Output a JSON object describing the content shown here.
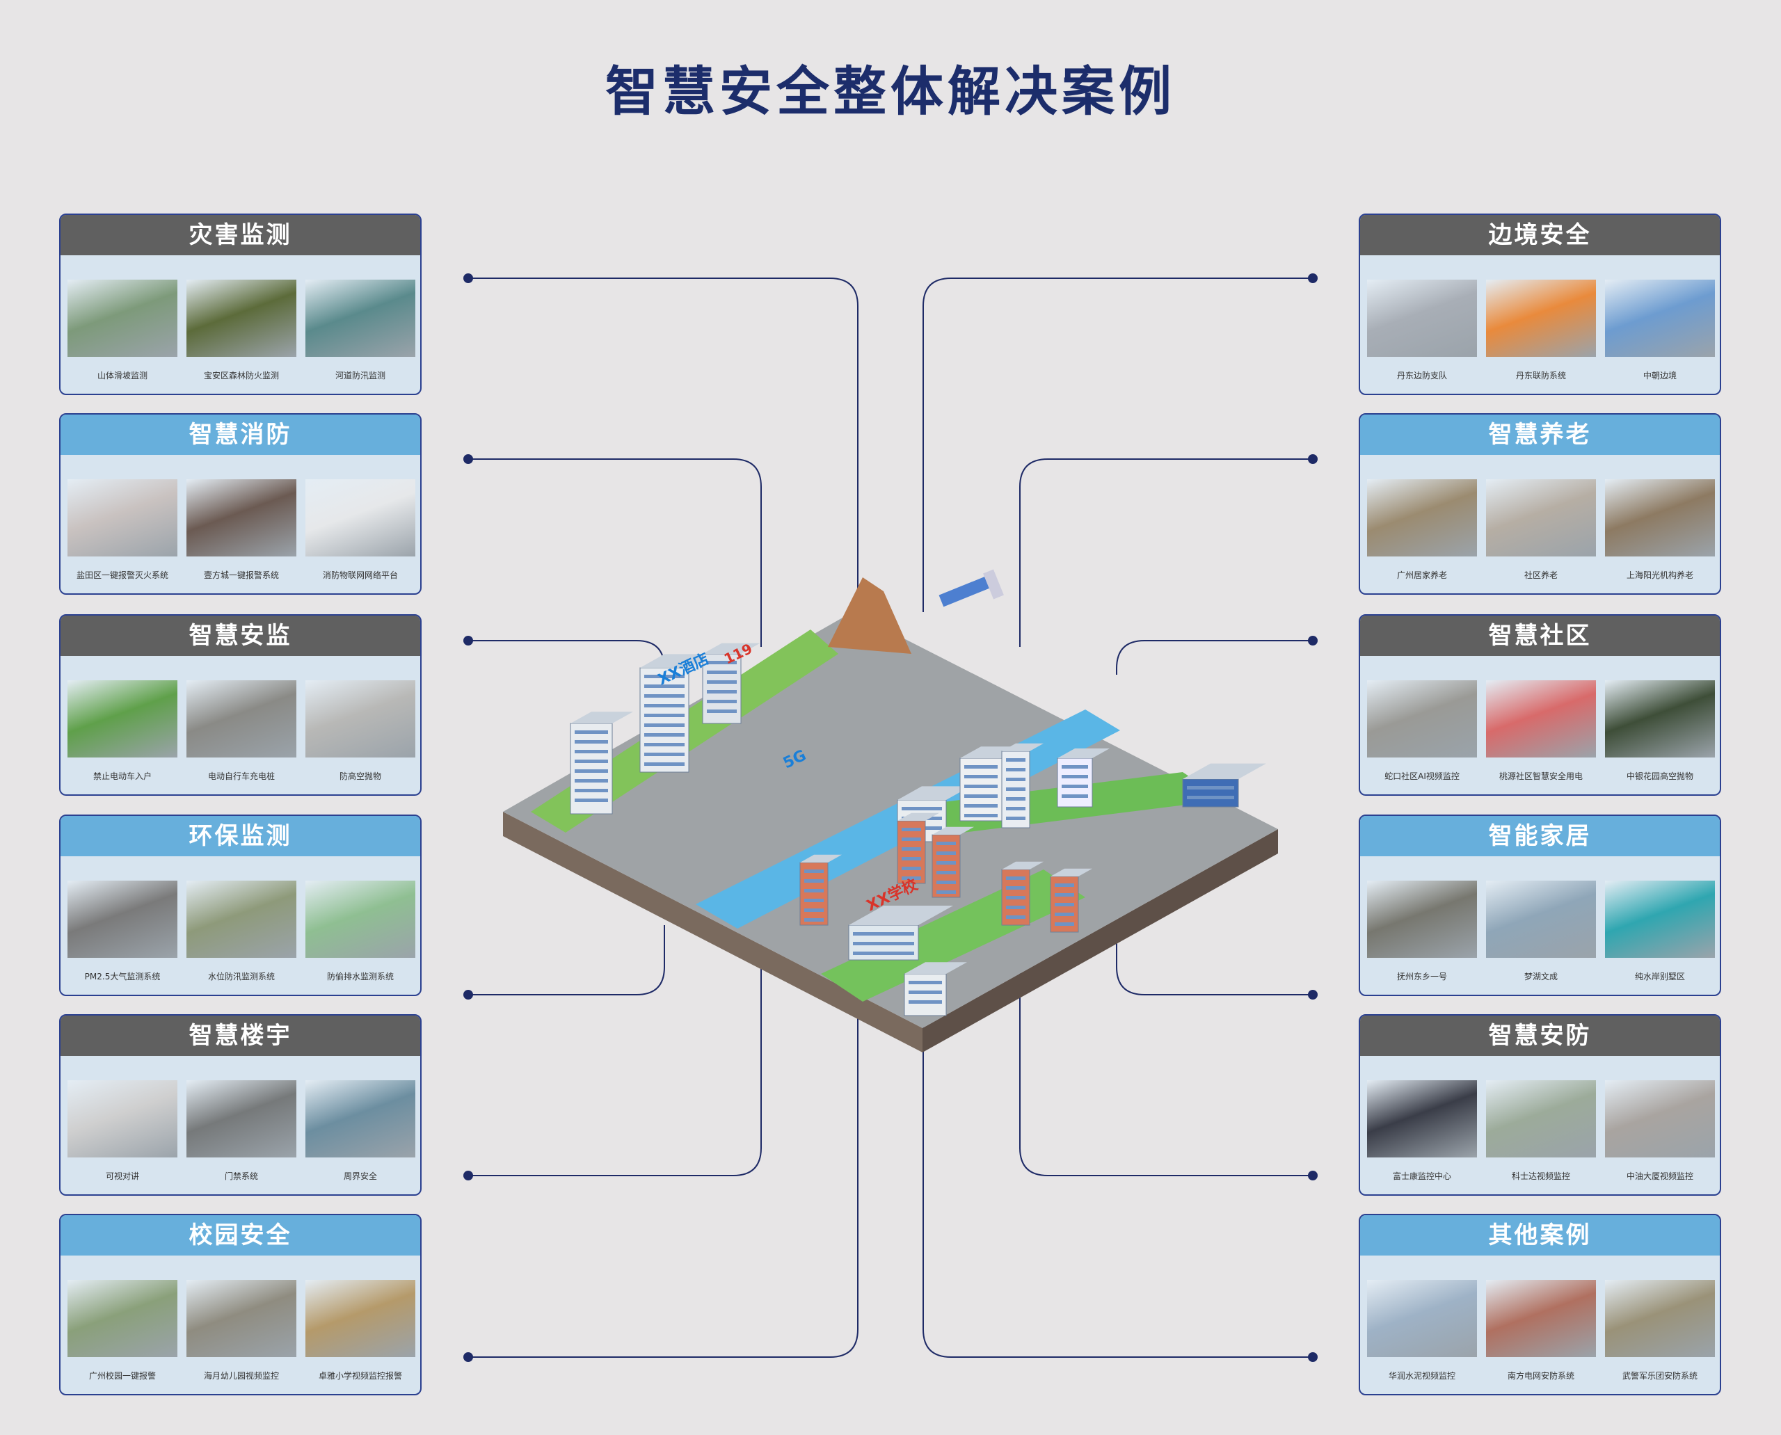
{
  "title": "智慧安全整体解决案例",
  "colors": {
    "line": "#1e2a66",
    "dark_header": "#606060",
    "blue_header": "#67afdc",
    "panel_body": "#d7e4ef"
  },
  "left_panels": [
    {
      "title": "灾害监测",
      "style": "dark",
      "items": [
        {
          "caption": "山体滑坡监测",
          "color": "#7d9a7a"
        },
        {
          "caption": "宝安区森林防火监测",
          "color": "#5c6b3a"
        },
        {
          "caption": "河道防汛监测",
          "color": "#5a8a8c"
        }
      ]
    },
    {
      "title": "智慧消防",
      "style": "blue",
      "items": [
        {
          "caption": "盐田区一键报警灭火系统",
          "color": "#c9c2c0"
        },
        {
          "caption": "壹方城一键报警系统",
          "color": "#6b5a52"
        },
        {
          "caption": "消防物联网网络平台",
          "color": "#e6e8ea"
        }
      ]
    },
    {
      "title": "智慧安监",
      "style": "dark",
      "items": [
        {
          "caption": "禁止电动车入户",
          "color": "#5fa04a"
        },
        {
          "caption": "电动自行车充电桩",
          "color": "#8a8a86"
        },
        {
          "caption": "防高空抛物",
          "color": "#b8b8b6"
        }
      ]
    },
    {
      "title": "环保监测",
      "style": "blue",
      "items": [
        {
          "caption": "PM2.5大气监测系统",
          "color": "#7a7a7a"
        },
        {
          "caption": "水位防汛监测系统",
          "color": "#8e9a7a"
        },
        {
          "caption": "防偷排水监测系统",
          "color": "#8fbf92"
        }
      ]
    },
    {
      "title": "智慧楼宇",
      "style": "dark",
      "items": [
        {
          "caption": "可视对讲",
          "color": "#cfcfcf"
        },
        {
          "caption": "门禁系统",
          "color": "#76797a"
        },
        {
          "caption": "周界安全",
          "color": "#6c8ea0"
        }
      ]
    },
    {
      "title": "校园安全",
      "style": "blue",
      "items": [
        {
          "caption": "广州校园一键报警",
          "color": "#8aa07a"
        },
        {
          "caption": "海月幼儿园视频监控",
          "color": "#8f8c80"
        },
        {
          "caption": "卓雅小学视频监控报警",
          "color": "#b59a6a"
        }
      ]
    }
  ],
  "right_panels": [
    {
      "title": "边境安全",
      "style": "dark",
      "items": [
        {
          "caption": "丹东边防支队",
          "color": "#a8aeb6"
        },
        {
          "caption": "丹东联防系统",
          "color": "#e98a3c"
        },
        {
          "caption": "中朝边境",
          "color": "#6d9cd0"
        }
      ]
    },
    {
      "title": "智慧养老",
      "style": "blue",
      "items": [
        {
          "caption": "广州居家养老",
          "color": "#9b8b70"
        },
        {
          "caption": "社区养老",
          "color": "#b6aea4"
        },
        {
          "caption": "上海阳光机构养老",
          "color": "#8d7a62"
        }
      ]
    },
    {
      "title": "智慧社区",
      "style": "dark",
      "items": [
        {
          "caption": "蛇口社区AI视频监控",
          "color": "#9a9a96"
        },
        {
          "caption": "桃源社区智慧安全用电",
          "color": "#d86a6a"
        },
        {
          "caption": "中银花园高空抛物",
          "color": "#3e4e38"
        }
      ]
    },
    {
      "title": "智能家居",
      "style": "blue",
      "items": [
        {
          "caption": "抚州东乡一号",
          "color": "#77776f"
        },
        {
          "caption": "梦湖文成",
          "color": "#8fa6b8"
        },
        {
          "caption": "纯水岸别墅区",
          "color": "#2fa6b0"
        }
      ]
    },
    {
      "title": "智慧安防",
      "style": "dark",
      "items": [
        {
          "caption": "富士康监控中心",
          "color": "#3a3d48"
        },
        {
          "caption": "科士达视频监控",
          "color": "#9cab9a"
        },
        {
          "caption": "中油大厦视频监控",
          "color": "#a9a4a0"
        }
      ]
    },
    {
      "title": "其他案例",
      "style": "blue",
      "items": [
        {
          "caption": "华润水泥视频监控",
          "color": "#9eb2c6"
        },
        {
          "caption": "南方电网安防系统",
          "color": "#b07060"
        },
        {
          "caption": "武警军乐团安防系统",
          "color": "#9a9278"
        }
      ]
    }
  ],
  "city": {
    "labels": [
      "5G",
      "119",
      "XX学校",
      "XX酒店"
    ]
  }
}
